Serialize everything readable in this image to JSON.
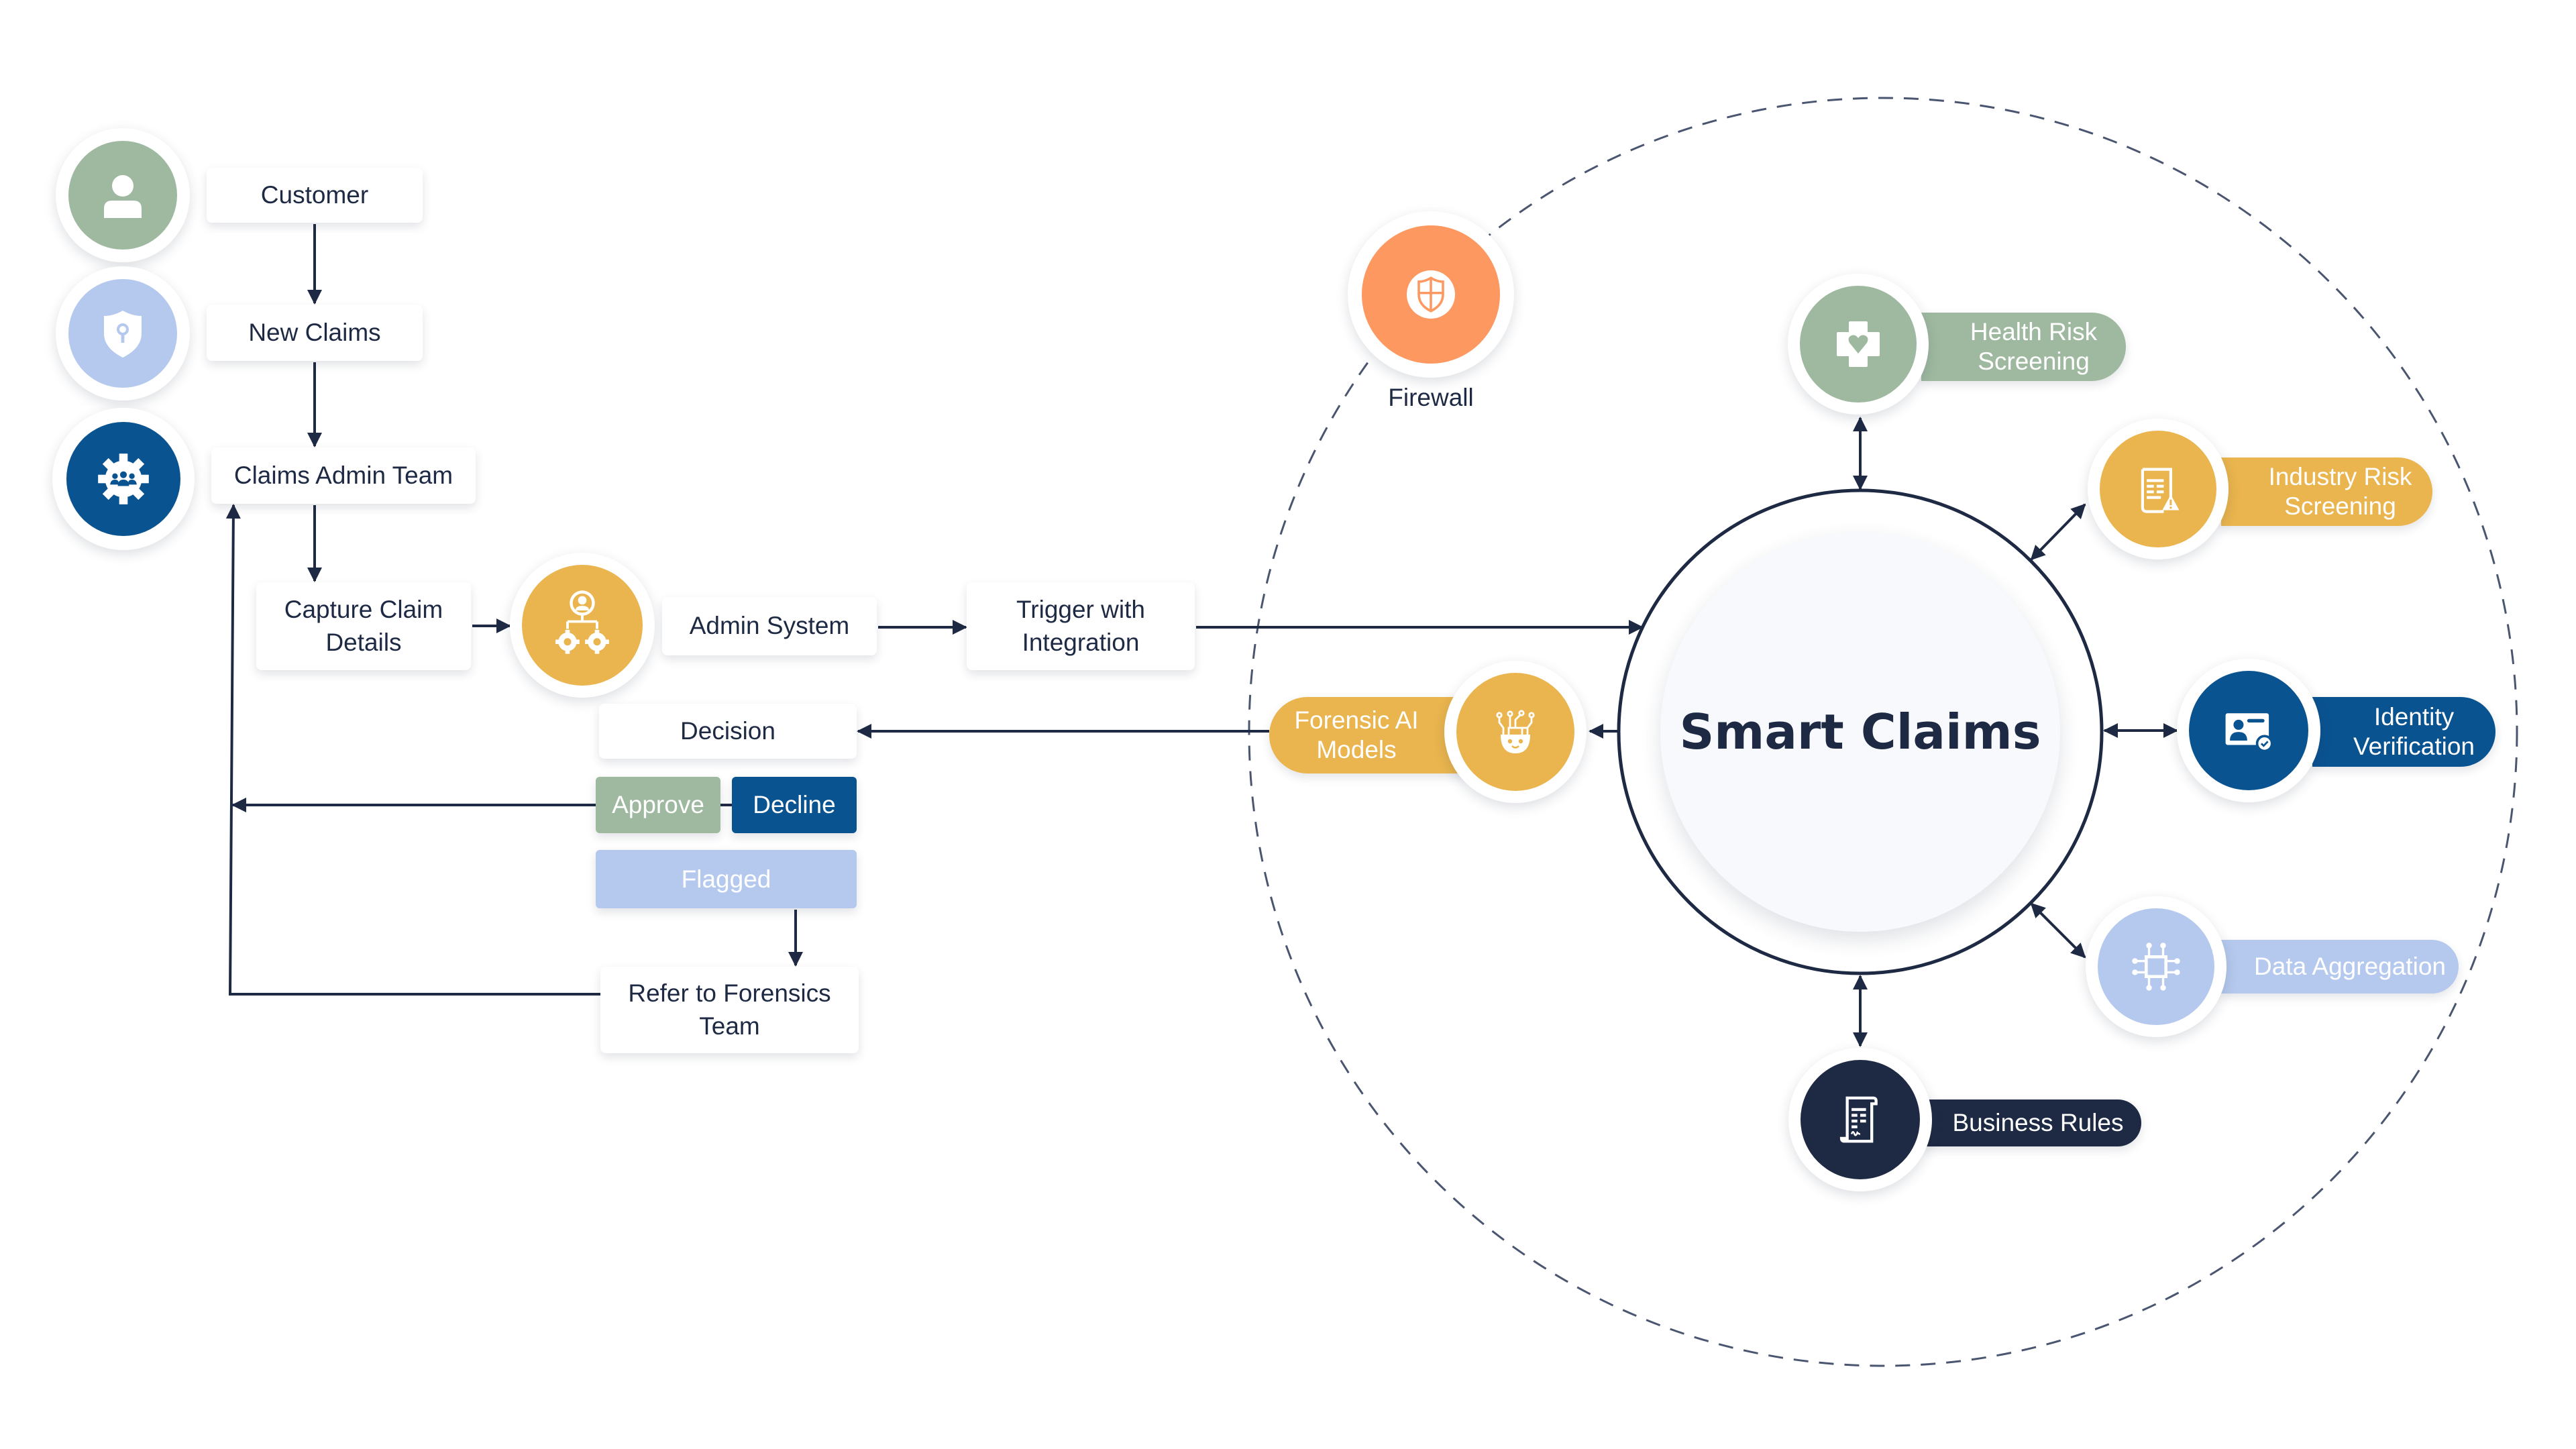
{
  "colors": {
    "navy": "#1e2a44",
    "sage": "#9fb9a0",
    "periwinkle": "#b5c9ee",
    "blue": "#0a5391",
    "gold": "#eab54e",
    "orange": "#fd9960",
    "arrow": "#1e2a44"
  },
  "left_flow": {
    "icons": [
      {
        "name": "customer-icon",
        "color": "sage"
      },
      {
        "name": "shield-key-icon",
        "color": "periwinkle"
      },
      {
        "name": "gear-team-icon",
        "color": "blue"
      }
    ],
    "customer": "Customer",
    "new_claims": "New Claims",
    "claims_admin_team": "Claims Admin Team",
    "capture_claim_details": "Capture Claim Details",
    "admin_system": "Admin System",
    "trigger_integration": "Trigger with Integration",
    "decision": "Decision",
    "approve": "Approve",
    "decline": "Decline",
    "flagged": "Flagged",
    "refer_forensics": "Refer to Forensics Team"
  },
  "hub": {
    "title": "Smart Claims",
    "firewall": "Firewall",
    "modules": {
      "health": "Health Risk Screening",
      "industry": "Industry Risk Screening",
      "identity": "Identity Verification",
      "data": "Data Aggregation",
      "business": "Business Rules",
      "forensic": "Forensic AI Models"
    }
  }
}
